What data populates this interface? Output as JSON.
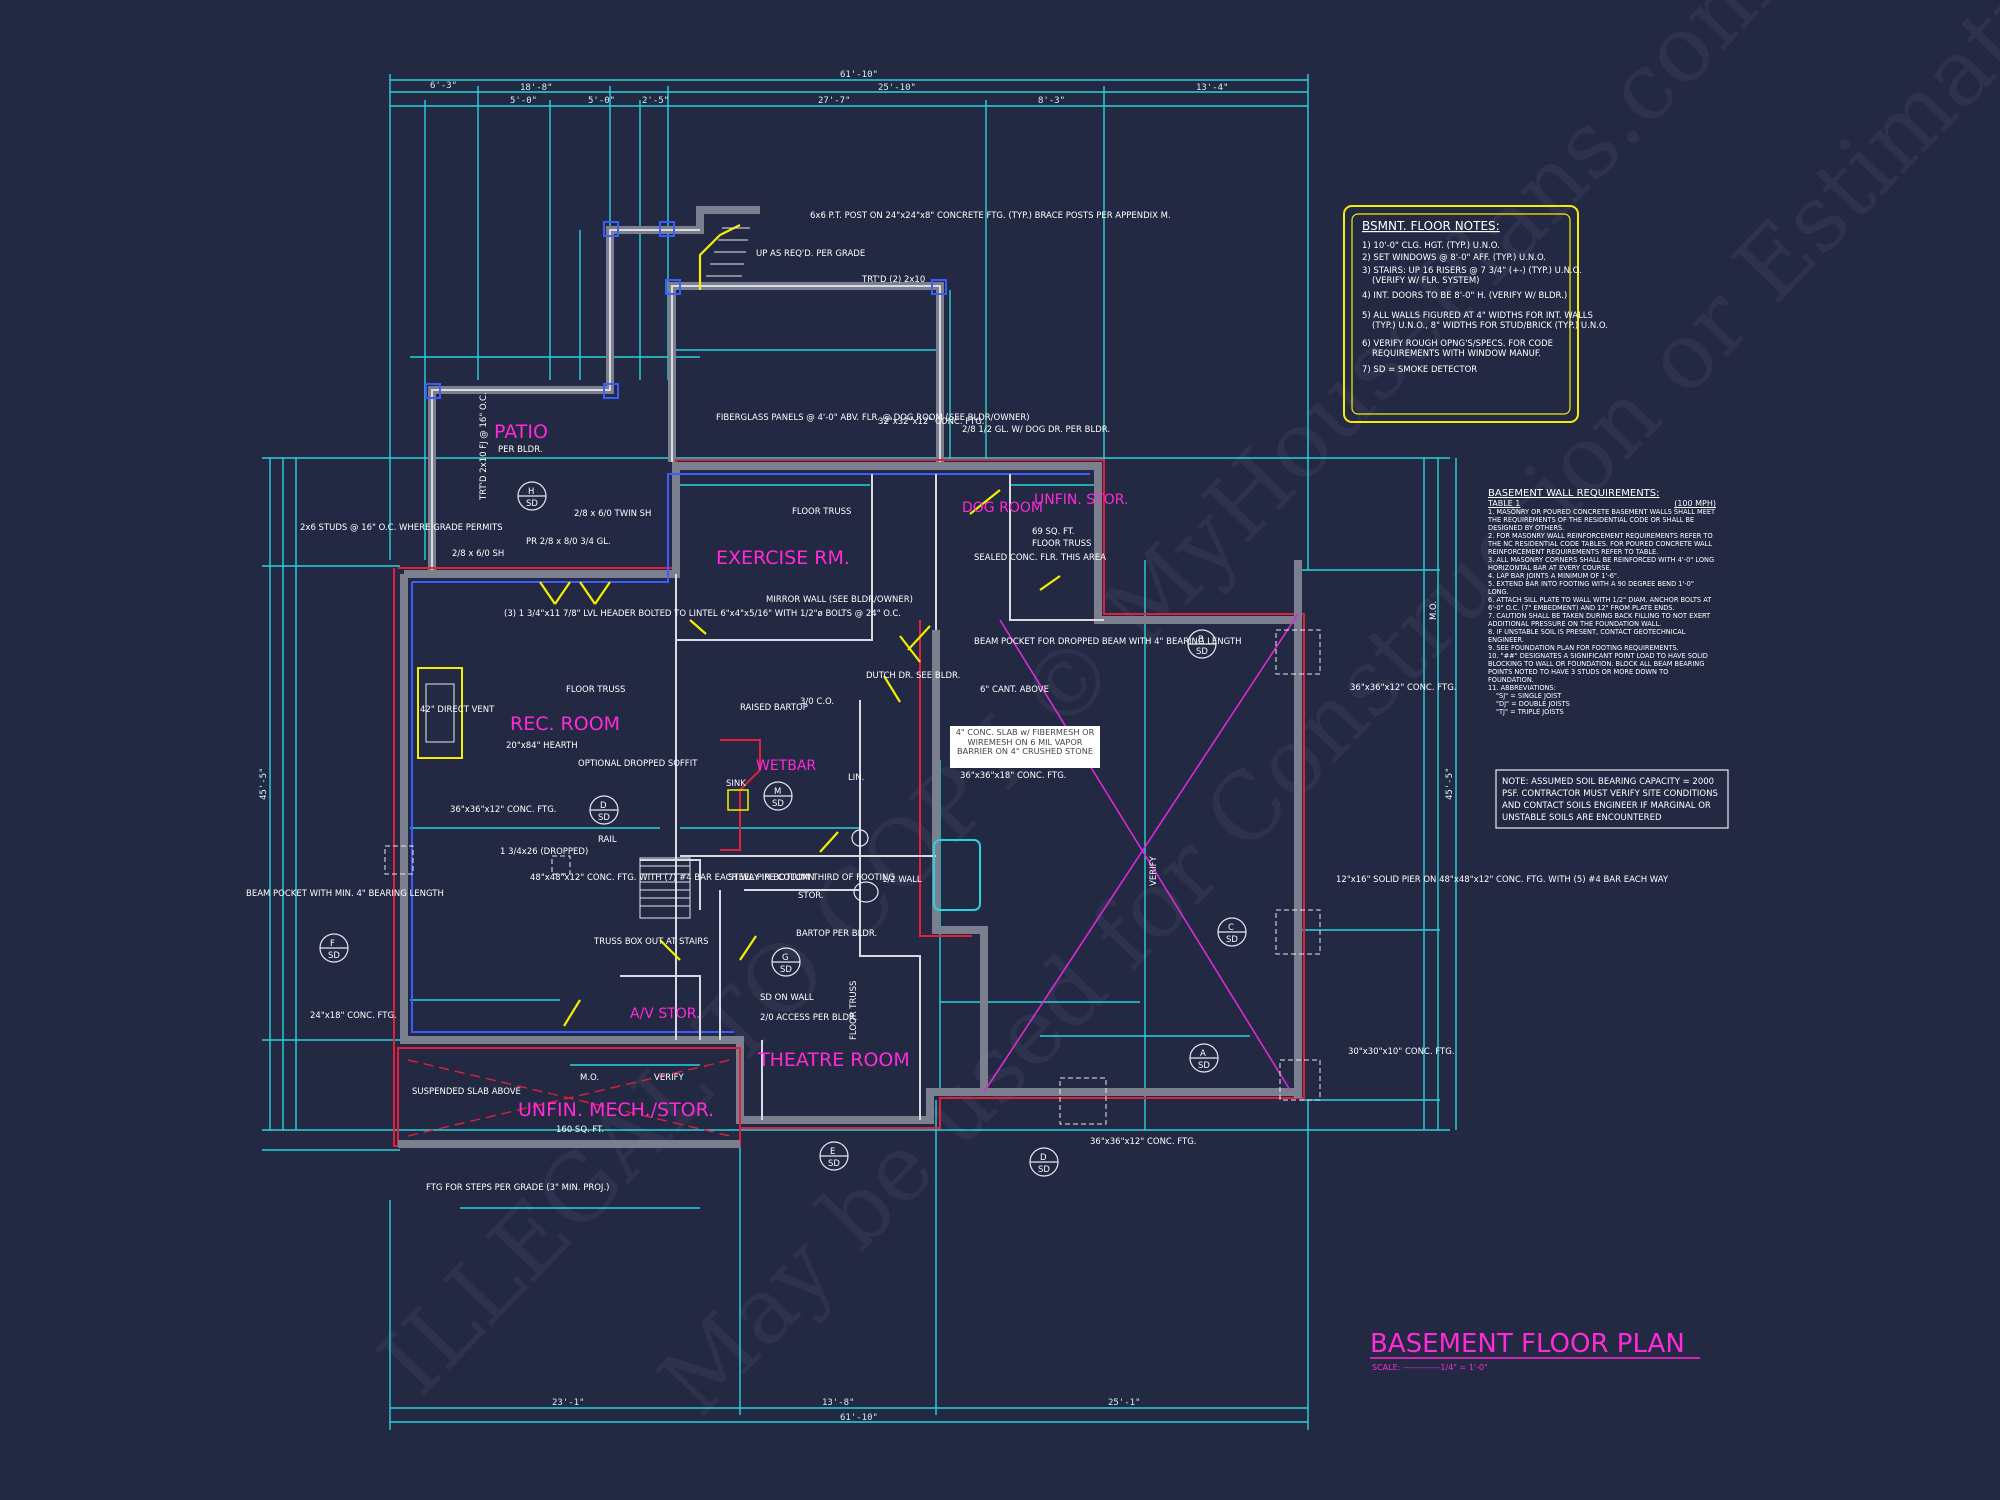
{
  "title": {
    "text": "BASEMENT FLOOR PLAN",
    "scale": "SCALE: -------------1/4\" = 1'-0\"",
    "color": "#ff2bd6"
  },
  "colors": {
    "background": "#232843",
    "dimension": "#29d3de",
    "accent": "#ff2bd6",
    "notes_border": "#f2f000",
    "wall_red": "#e0203d"
  },
  "watermark": {
    "line1": "ILLEGAL TO COPY  © MyHousePlans.com",
    "line2": "May be used for Construction or Estimating"
  },
  "overall_dims": {
    "top": "61'-10\"",
    "bottom": "61'-10\"",
    "left": "45'-5\"",
    "right": "45'-5\""
  },
  "top_dims": [
    "6'-3\"",
    "18'-8\"",
    "5'-0\"",
    "5'-0\"",
    "2'-5\"",
    "25'-10\"",
    "27'-7\"",
    "8'-3\"",
    "13'-4\""
  ],
  "bottom_dims": [
    "23'-1\"",
    "13'-8\"",
    "25'-1\""
  ],
  "rooms": {
    "patio": "PATIO",
    "exercise": "EXERCISE RM.",
    "dog": "DOG ROOM",
    "unfin_stor": "UNFIN. STOR.",
    "rec": "REC. ROOM",
    "wetbar": "WETBAR",
    "theatre": "THEATRE ROOM",
    "mech": "UNFIN. MECH./STOR.",
    "av": "A/V STOR.",
    "stor": "STOR.",
    "lin": "LIN."
  },
  "room_notes": {
    "patio": "PER BLDR.",
    "unfin_stor_area": "69 SQ. FT.",
    "unfin_stor_truss": "FLOOR TRUSS",
    "mech_area": "160 SQ. FT.",
    "mech_mo": "M.O.",
    "mech_verify": "VERIFY",
    "exercise_truss": "FLOOR TRUSS",
    "rec_truss": "FLOOR TRUSS",
    "theatre_truss": "FLOOR TRUSS"
  },
  "annotations": [
    "6x6 P.T. POST ON 24\"x24\"x8\" CONCRETE FTG. (TYP.) BRACE POSTS PER APPENDIX M.",
    "UP AS REQ'D. PER GRADE",
    "TRT'D (2) 2x10",
    "FIBERGLASS PANELS @ 4'-0\" ABV. FLR. @ DOG ROOM (SEE BLDR/OWNER)",
    "32\"x32\"x12\" CONC. FTG.",
    "2/8 1/2 GL. W/ DOG DR. PER BLDR.",
    "2x6 STUDS @ 16\" O.C. WHERE GRADE PERMITS",
    "2/8 x 6/0 SH",
    "PR 2/8 x 8/0 3/4 GL.",
    "2/8 x 6/0 TWIN SH",
    "(3) 1 3/4\"x11 7/8\" LVL HEADER BOLTED TO LINTEL 6\"x4\"x5/16\" WITH 1/2\"ø BOLTS @ 24\" O.C.",
    "36\"x36\"x12\" CONC. FTG.",
    "MIRROR WALL (SEE BLDR/OWNER)",
    "42\" DIRECT VENT",
    "20\"x84\" HEARTH",
    "OPTIONAL DROPPED SOFFIT",
    "RAISED BARTOP",
    "SINK",
    "3/0 C.O.",
    "DUTCH DR. SEE BLDR.",
    "BEAM POCKET FOR DROPPED BEAM WITH 4\" BEARING LENGTH",
    "6\" CANT. ABOVE",
    "SEALED CONC. FLR. THIS AREA",
    "4\" CONC. SLAB w/ FIBERMESH OR WIREMESH ON 6 MIL VAPOR BARRIER ON 4\" CRUSHED STONE",
    "36\"x36\"x18\" CONC. FTG.",
    "RAIL",
    "1 3/4x26 (DROPPED)",
    "BEAM POCKET WITH MIN. 4\" BEARING LENGTH",
    "48\"x48\"x12\" CONC. FTG. WITH (7) #4 BAR EACH WAY IN BOTTOM THIRD OF FOOTING",
    "TRUSS BOX OUT AT STAIRS",
    "STEEL PIPE COLUMN",
    "BARTOP PER BLDR.",
    "1/2 WALL",
    "SD ON WALL",
    "2/0 ACCESS PER BLDR.",
    "24\"x18\" CONC. FTG.",
    "SUSPENDED SLAB ABOVE",
    "FTG FOR STEPS PER GRADE (3\" MIN. PROJ.)",
    "12\"x16\" SOLID PIER ON 48\"x48\"x12\" CONC. FTG. WITH (5) #4 BAR EACH WAY",
    "30\"x30\"x10\" CONC. FTG.",
    "VERIFY"
  ],
  "bsmt_notes": {
    "heading": "BSMNT. FLOOR NOTES:",
    "items": [
      "1) 10'-0\" CLG. HGT. (TYP.) U.N.O.",
      "2) SET WINDOWS @ 8'-0\" AFF. (TYP.) U.N.O.",
      "3) STAIRS: UP 16 RISERS @ 7 3/4\" (+-) (TYP.) U.N.O.",
      "(VERIFY W/ FLR. SYSTEM)",
      "4) INT. DOORS TO BE 8'-0\" H. (VERIFY W/ BLDR.)",
      "5) ALL WALLS FIGURED AT 4\" WIDTHS FOR INT. WALLS",
      "(TYP.) U.N.O., 8\" WIDTHS FOR STUD/BRICK (TYP.) U.N.O.",
      "6) VERIFY ROUGH OPNG'S/SPECS. FOR CODE",
      "REQUIREMENTS WITH WINDOW MANUF.",
      "7) SD = SMOKE DETECTOR"
    ]
  },
  "wall_req": {
    "heading": "BASEMENT WALL REQUIREMENTS:",
    "sub": "TABLE 1",
    "wind": "(100 MPH)",
    "items": [
      "1. MASONRY OR POURED CONCRETE BASEMENT WALLS SHALL MEET THE REQUIREMENTS OF THE RESIDENTIAL CODE OR SHALL BE DESIGNED BY OTHERS.",
      "2. FOR MASONRY WALL REINFORCEMENT REQUIREMENTS REFER TO THE NC RESIDENTIAL CODE TABLES. FOR POURED CONCRETE WALL REINFORCEMENT REQUIREMENTS REFER TO TABLE.",
      "3. ALL MASONRY CORNERS SHALL BE REINFORCED WITH 4'-0\" LONG HORIZONTAL BAR AT EVERY COURSE.",
      "4. LAP BAR JOINTS A MINIMUM OF 1'-6\".",
      "5. EXTEND BAR INTO FOOTING WITH A 90 DEGREE BEND 1'-0\" LONG.",
      "6. ATTACH SILL PLATE TO WALL WITH 1/2\" DIAM. ANCHOR BOLTS AT 6'-0\" O.C. (7\" EMBEDMENT) AND 12\" FROM PLATE ENDS.",
      "7. CAUTION SHALL BE TAKEN DURING BACK FILLING TO NOT EXERT ADDITIONAL PRESSURE ON THE FOUNDATION WALL.",
      "8. IF UNSTABLE SOIL IS PRESENT, CONTACT GEOTECHNICAL ENGINEER.",
      "9. SEE FOUNDATION PLAN FOR FOOTING REQUIREMENTS.",
      "10. \"##\" DESIGNATES A SIGNIFICANT POINT LOAD TO HAVE SOLID BLOCKING TO WALL OR FOUNDATION. BLOCK ALL BEAM BEARING POINTS NOTED TO HAVE 3 STUDS OR MORE DOWN TO FOUNDATION.",
      "11. ABBREVIATIONS:",
      "\"SJ\" = SINGLE JOIST",
      "\"DJ\" = DOUBLE JOISTS",
      "\"TJ\" = TRIPLE JOISTS"
    ]
  },
  "soil_note": [
    "NOTE: ASSUMED SOIL BEARING CAPACITY = 2000",
    "PSF. CONTRACTOR MUST VERIFY SITE CONDITIONS",
    "AND CONTACT SOILS ENGINEER IF MARGINAL OR",
    "UNSTABLE SOILS ARE ENCOUNTERED"
  ],
  "sd_bubbles": [
    "H",
    "B",
    "D",
    "M",
    "F",
    "C",
    "A",
    "G",
    "E",
    "D"
  ],
  "sd_label": "SD",
  "misc": {
    "mo": "M.O.",
    "verify": "VERIFY",
    "trtd": "TRT'D 2x10 FJ @ 16\" O.C."
  }
}
